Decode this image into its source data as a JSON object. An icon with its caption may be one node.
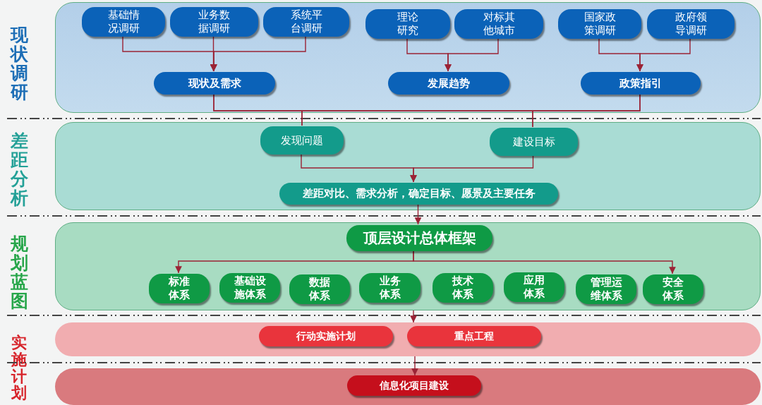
{
  "diagram": {
    "nodes": [
      {
        "text": [],
        "shape": "box"
      },
      {
        "text": [
          "基础情况调研"
        ],
        "in": 0
      },
      {
        "text": [
          "业务数据调研"
        ],
        "in": 0
      },
      {
        "text": [
          "系统平台调研"
        ],
        "in": 0
      },
      {
        "text": [
          "理论研究"
        ],
        "in": 0
      },
      {
        "text": [
          "对标其他城市"
        ],
        "in": 0
      },
      {
        "text": [
          "国家政策调研"
        ],
        "in": 0
      },
      {
        "text": [
          "政府领导调研"
        ],
        "in": 0
      },
      {
        "text": [
          "现状及需求"
        ],
        "in": 0
      },
      {
        "text": [
          "发展趋势"
        ],
        "in": 0
      },
      {
        "text": [
          "政策指引"
        ],
        "in": 0
      },
      {
        "text": [],
        "shape": "box"
      },
      {
        "text": [
          "发现问题"
        ],
        "in": 11
      },
      {
        "text": [
          "建设目标"
        ],
        "in": 11
      },
      {
        "text": [
          "差距对比、需求分析，确定目标、愿景及主要任务"
        ],
        "in": 11
      },
      {
        "text": [],
        "shape": "box"
      },
      {
        "text": [
          "顶层设计总体框架"
        ],
        "in": 15
      },
      {
        "text": [
          "标准体系"
        ],
        "in": 15
      },
      {
        "text": [
          "基础设施体系"
        ],
        "in": 15
      },
      {
        "text": [
          "数据体系"
        ],
        "in": 15
      },
      {
        "text": [
          "业务体系"
        ],
        "in": 15
      },
      {
        "text": [
          "技术体系"
        ],
        "in": 15
      },
      {
        "text": [
          "应用体系"
        ],
        "in": 15
      },
      {
        "text": [
          "管理运维体系"
        ],
        "in": 15
      },
      {
        "text": [
          "安全体系"
        ],
        "in": 15
      },
      {
        "text": [],
        "shape": "box"
      },
      {
        "text": [
          "行动实施计划"
        ],
        "in": 25
      },
      {
        "text": [
          "重点工程"
        ],
        "in": 25
      },
      {
        "text": [],
        "shape": "box"
      },
      {
        "text": [
          "信息化项目建设"
        ],
        "in": 28
      }
    ],
    "edges": [
      {
        "from": 1,
        "to": 8,
        "arrow": "to"
      },
      {
        "from": 2,
        "to": 8,
        "arrow": "to"
      },
      {
        "from": 3,
        "to": 8,
        "arrow": "to"
      },
      {
        "from": 4,
        "to": 9,
        "arrow": "to"
      },
      {
        "from": 5,
        "to": 9,
        "arrow": "to"
      },
      {
        "from": 6,
        "to": 10,
        "arrow": "to"
      },
      {
        "from": 7,
        "to": 10,
        "arrow": "to"
      },
      {
        "from": 8,
        "to": 12,
        "arrow": "none"
      },
      {
        "from": 8,
        "to": 13,
        "arrow": "none"
      },
      {
        "from": 10,
        "to": 12,
        "arrow": "none"
      },
      {
        "from": 10,
        "to": 13,
        "arrow": "none"
      },
      {
        "from": 12,
        "to": 14,
        "arrow": "to"
      },
      {
        "from": 13,
        "to": 14,
        "arrow": "to"
      },
      {
        "from": 14,
        "to": 16,
        "arrow": "to"
      },
      {
        "from": 16,
        "to": 17,
        "arrow": "to"
      },
      {
        "from": 16,
        "to": 24,
        "arrow": "to"
      },
      {
        "from": 15,
        "to": 25,
        "arrow": "to"
      },
      {
        "from": 25,
        "to": 29,
        "arrow": "to"
      }
    ],
    "labels": [
      "现状调研",
      "差距分析",
      "规划蓝图",
      "实施计划"
    ]
  }
}
